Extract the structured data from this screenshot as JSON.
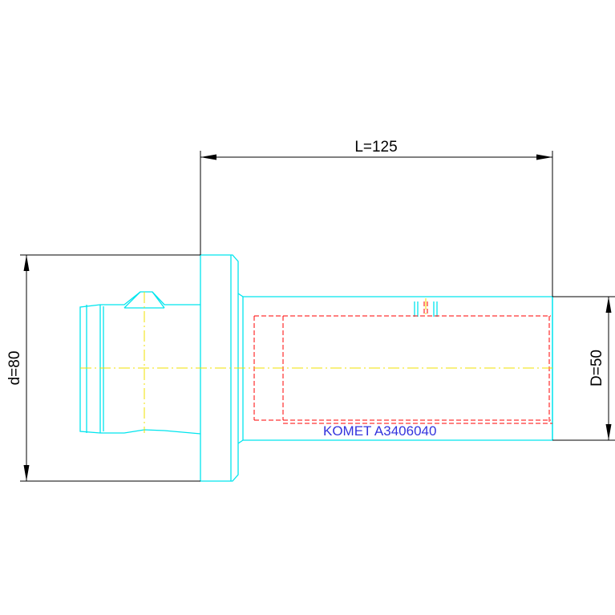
{
  "colors": {
    "background": "#ffffff",
    "outline": "#00e5ee",
    "hidden": "#ff0000",
    "centerline": "#f0e000",
    "dimension": "#000000",
    "caption": "#3333dd"
  },
  "dimensions": {
    "length_label": "L=125",
    "outer_diameter_label": "d=80",
    "shank_diameter_label": "D=50"
  },
  "caption": {
    "part_label": "KOMET A3406040"
  }
}
